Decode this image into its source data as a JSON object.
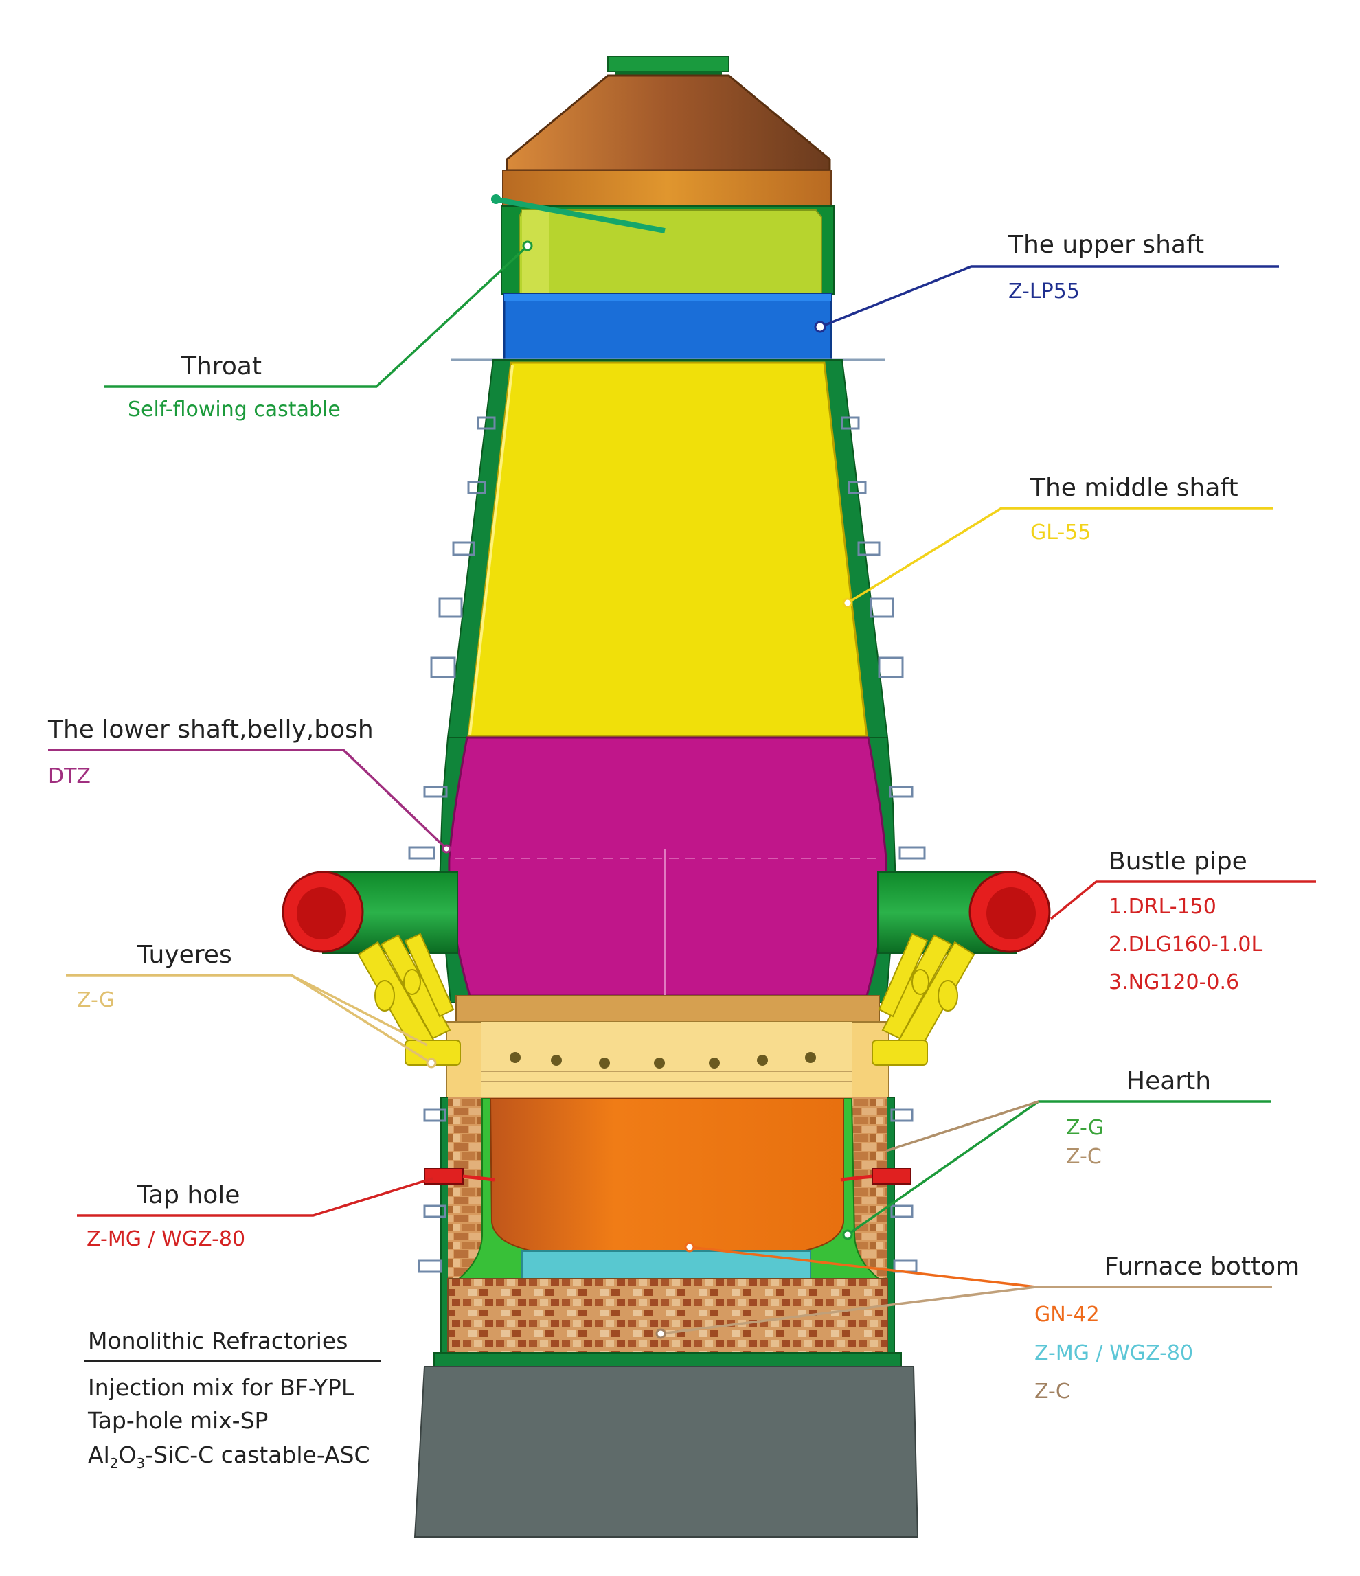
{
  "colors": {
    "throat": "#1b9a3b",
    "upper_shaft": "#1f2f8f",
    "middle_shaft": "#f2d21a",
    "lower_shaft": "#a02f7f",
    "bustle": "#d42222",
    "tuyere": "#e0c070",
    "hearth_line": "#1c9a3a",
    "hearth_zg": "#3aa33a",
    "hearth_zc": "#b0906a",
    "tap_hole": "#d42222",
    "bottom_line": "#c0a07a",
    "bottom_gn": "#ee6a1a",
    "bottom_zmg": "#5cc6d6",
    "bottom_zc": "#a08060"
  },
  "labels": {
    "throat": {
      "title": "Throat",
      "sub": "Self-flowing castable"
    },
    "upper_shaft": {
      "title": "The upper shaft",
      "sub": "Z-LP55"
    },
    "middle_shaft": {
      "title": "The middle shaft",
      "sub": "GL-55"
    },
    "lower_shaft": {
      "title": "The lower shaft,belly,bosh",
      "sub": "DTZ"
    },
    "bustle_pipe": {
      "title": "Bustle pipe",
      "items": [
        "1.DRL-150",
        "2.DLG160-1.0L",
        "3.NG120-0.6"
      ]
    },
    "tuyeres": {
      "title": "Tuyeres",
      "sub": "Z-G"
    },
    "hearth": {
      "title": "Hearth",
      "items": [
        "Z-G",
        "Z-C"
      ]
    },
    "tap_hole": {
      "title": "Tap hole",
      "sub": "Z-MG / WGZ-80"
    },
    "furnace_bottom": {
      "title": "Furnace bottom",
      "items": [
        "GN-42",
        "Z-MG / WGZ-80",
        "Z-C"
      ]
    }
  },
  "monolithic": {
    "title": "Monolithic Refractories",
    "items": [
      "Injection mix for BF-YPL",
      "Tap-hole mix-SP"
    ],
    "asc": {
      "pre": "Al",
      "sub1": "2",
      "mid": "O",
      "sub2": "3",
      "post": "-SiC-C castable-ASC"
    }
  }
}
